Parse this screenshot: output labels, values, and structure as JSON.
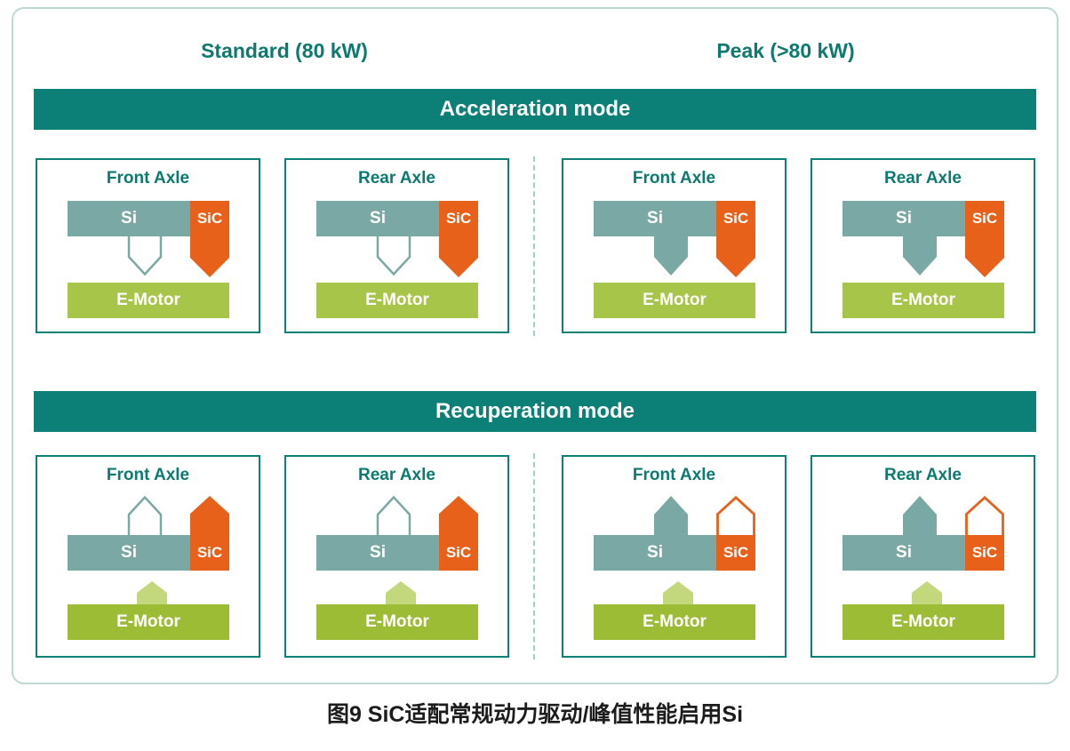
{
  "page": {
    "caption": "图9  SiC适配常规动力驱动/峰值性能启用Si"
  },
  "column_headers": {
    "standard": "Standard (80 kW)",
    "peak": "Peak (>80 kW)"
  },
  "labels": {
    "si": "Si",
    "sic": "SiC",
    "emotor": "E-Motor"
  },
  "sections": [
    {
      "banner": "Acceleration mode",
      "flow_direction": "down",
      "panels": [
        {
          "title": "Front Axle",
          "group": "standard",
          "si_arrow": "inactive",
          "sic_arrow": "active",
          "motor_arrow": false
        },
        {
          "title": "Rear Axle",
          "group": "standard",
          "si_arrow": "inactive",
          "sic_arrow": "active",
          "motor_arrow": false
        },
        {
          "title": "Front Axle",
          "group": "peak",
          "si_arrow": "active",
          "sic_arrow": "active",
          "motor_arrow": false
        },
        {
          "title": "Rear Axle",
          "group": "peak",
          "si_arrow": "active",
          "sic_arrow": "active",
          "motor_arrow": false
        }
      ]
    },
    {
      "banner": "Recuperation mode",
      "flow_direction": "up",
      "panels": [
        {
          "title": "Front Axle",
          "group": "standard",
          "si_arrow": "inactive",
          "sic_arrow": "active",
          "motor_arrow": true
        },
        {
          "title": "Rear Axle",
          "group": "standard",
          "si_arrow": "inactive",
          "sic_arrow": "active",
          "motor_arrow": true
        },
        {
          "title": "Front Axle",
          "group": "peak",
          "si_arrow": "active",
          "sic_arrow": "inactive",
          "motor_arrow": true
        },
        {
          "title": "Rear Axle",
          "group": "peak",
          "si_arrow": "active",
          "sic_arrow": "inactive",
          "motor_arrow": true
        }
      ]
    }
  ],
  "colors": {
    "banner_teal": "#0c8077",
    "panel_border_teal": "#0c8077",
    "heading_text_teal": "#0c7a70",
    "si_block": "#7aa9a5",
    "sic_orange": "#e8611a",
    "emotor_green": "#a7c548",
    "emotor_green_dark": "#9cbc35",
    "motor_arrow_green": "#c3d87c",
    "divider_dashed": "#9fcfc8",
    "outer_border": "#bcd9d4"
  }
}
